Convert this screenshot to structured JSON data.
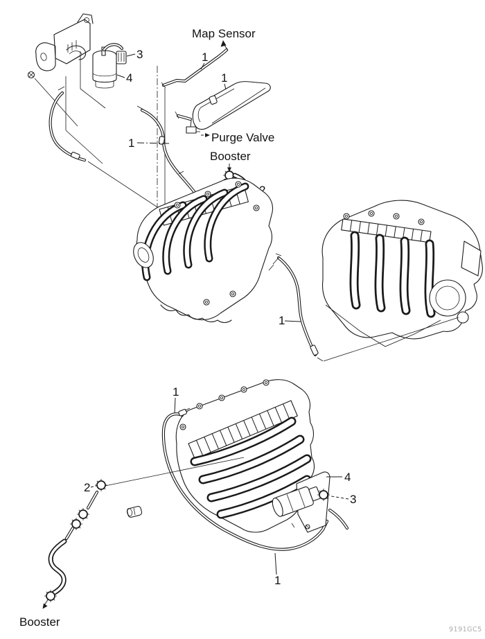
{
  "figure": {
    "code": "9191GC5",
    "background": "#ffffff",
    "line_color": "#1a1a1a",
    "watermark_color": "#ababab"
  },
  "labels": {
    "map_sensor": "Map Sensor",
    "purge_valve": "Purge Valve",
    "booster_mid": "Booster",
    "booster_bottom": "Booster"
  },
  "callouts": [
    {
      "ref": "canister-connector-top",
      "text": "3"
    },
    {
      "ref": "canister-top",
      "text": "4"
    },
    {
      "ref": "map-sensor-hose",
      "text": "1"
    },
    {
      "ref": "loop-hose",
      "text": "1"
    },
    {
      "ref": "left-curved-hose",
      "text": "1"
    },
    {
      "ref": "booster-elbow-mid",
      "text": "2"
    },
    {
      "ref": "right-manifold-hose",
      "text": "1"
    },
    {
      "ref": "bottom-wrap-hose-top",
      "text": "1"
    },
    {
      "ref": "booster-fitting-bottom",
      "text": "2"
    },
    {
      "ref": "purge-valve-bottom",
      "text": "4"
    },
    {
      "ref": "valve-connector-bottom",
      "text": "3"
    },
    {
      "ref": "bottom-wrap-hose",
      "text": "1"
    }
  ]
}
